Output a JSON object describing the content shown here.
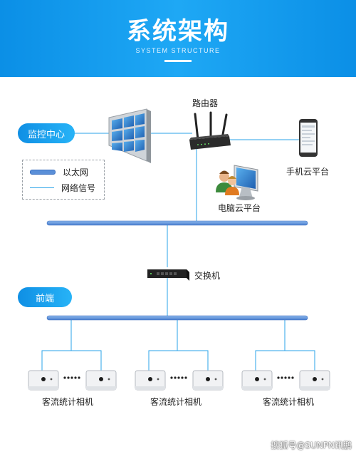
{
  "header": {
    "title": "系统架构",
    "subtitle": "SYSTEM STRUCTURE"
  },
  "pills": {
    "monitor_center": "监控中心",
    "front_end": "前端"
  },
  "legend": {
    "ethernet": "以太网",
    "network_signal": "网络信号"
  },
  "nodes": {
    "router": "路由器",
    "mobile_cloud": "手机云平台",
    "pc_cloud": "电脑云平台",
    "switch": "交换机"
  },
  "camera_groups": [
    {
      "label": "客流统计相机"
    },
    {
      "label": "客流统计相机"
    },
    {
      "label": "客流统计相机"
    }
  ],
  "watermark": "搜狐号@SUNPN讯鹏",
  "colors": {
    "header_blue": "#1ea8f5",
    "line_blue": "#2aa3e8",
    "bus_blue": "#5a8fd8"
  }
}
